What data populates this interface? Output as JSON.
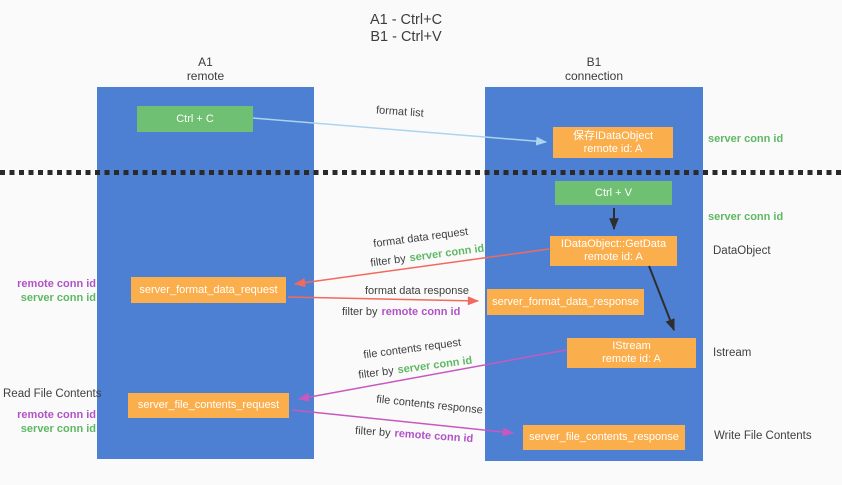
{
  "title": {
    "line1": "A1 - Ctrl+C",
    "line2": "B1 - Ctrl+V"
  },
  "columns": {
    "left": {
      "id": "A1",
      "role": "remote"
    },
    "right": {
      "id": "B1",
      "role": "connection"
    }
  },
  "nodes": {
    "ctrl_c": {
      "label": "Ctrl + C"
    },
    "ctrl_v": {
      "label": "Ctrl + V"
    },
    "save_dataobject": {
      "line1": "保存IDataObject",
      "line2": "remote id: A"
    },
    "getdata": {
      "line1": "IDataObject::GetData",
      "line2": "remote id: A"
    },
    "istream": {
      "line1": "IStream",
      "line2": "remote id: A"
    },
    "server_format_data_request": {
      "label": "server_format_data_request"
    },
    "server_format_data_response": {
      "label": "server_format_data_response"
    },
    "server_file_contents_request": {
      "label": "server_file_contents_request"
    },
    "server_file_contents_response": {
      "label": "server_file_contents_response"
    }
  },
  "arrow_labels": {
    "format_list": "format list",
    "format_data_request": "format data request",
    "format_data_response": "format data response",
    "file_contents_request": "file contents request",
    "file_contents_response": "file contents response",
    "filter_by": "filter by",
    "server_conn_id": "server conn id",
    "remote_conn_id": "remote conn id"
  },
  "side_labels": {
    "server_conn_id_top": "server conn id",
    "server_conn_id_mid": "server conn id",
    "dataobject": "DataObject",
    "istream": "Istream",
    "write_file_contents": "Write File Contents",
    "read_file_contents": "Read File Contents",
    "remote_conn_id": "remote conn id",
    "server_conn_id": "server conn id"
  },
  "colors": {
    "background": "#fafafa",
    "column_blue": "#4d80d3",
    "node_orange": "#fbae4c",
    "node_green": "#6fc072",
    "arrow_red": "#f2695e",
    "arrow_magenta": "#c858c0",
    "arrow_lightblue": "#aad4f0",
    "arrow_black": "#2e2e2e",
    "text_green": "#5fb863",
    "text_purple": "#b153c7"
  }
}
